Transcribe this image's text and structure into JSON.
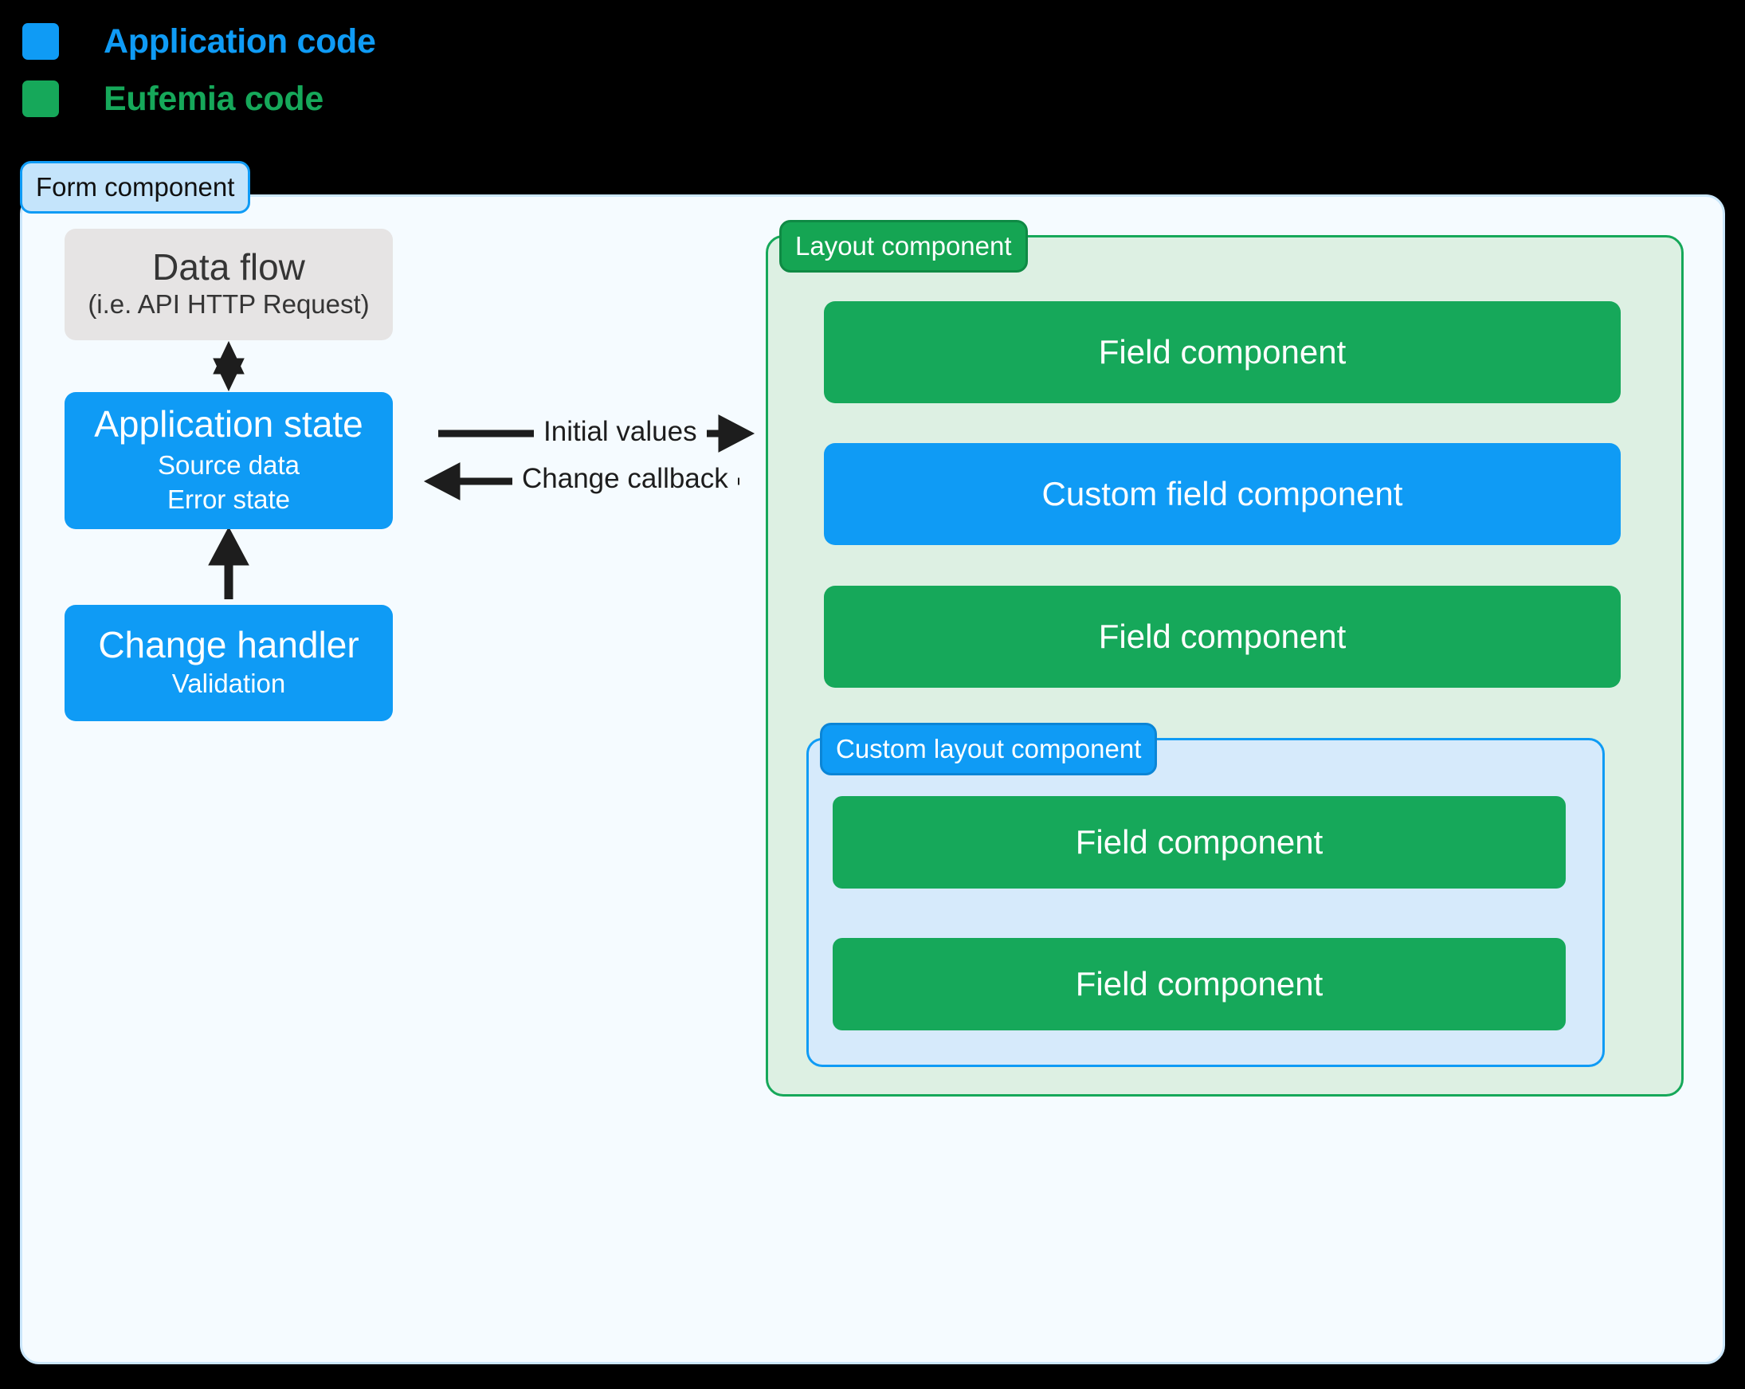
{
  "legend": {
    "items": [
      {
        "label": "Application code",
        "color": "#0f9bf5"
      },
      {
        "label": "Eufemia code",
        "color": "#16a85a"
      }
    ]
  },
  "form": {
    "badge_label": "Form component",
    "badge_fill": "#c4e4fb",
    "badge_border": "#0f9bf5",
    "panel_fill": "#f5fbff",
    "panel_border": "#cbe7fb"
  },
  "left_column": {
    "data_flow": {
      "title": "Data flow",
      "subtitle": "(i.e. API HTTP Request)",
      "fill": "#e6e4e4",
      "text_color": "#353535"
    },
    "application_state": {
      "title": "Application state",
      "sub_1": "Source data",
      "sub_2": "Error state",
      "fill": "#0f9bf5",
      "text_color": "#ffffff"
    },
    "change_handler": {
      "title": "Change handler",
      "sub_1": "Validation",
      "fill": "#0f9bf5",
      "text_color": "#ffffff"
    }
  },
  "flows": {
    "vertical_dataflow_appstate": "double",
    "vertical_changehandler_appstate": "up",
    "initial_values_label": "Initial values",
    "change_callback_label": "Change callback",
    "arrow_color": "#1d1d1d"
  },
  "layout_component": {
    "badge_label": "Layout component",
    "badge_fill": "#15a553",
    "panel_fill": "#ddf0e3",
    "panel_border": "#16a85a",
    "children": [
      {
        "label": "Field component",
        "kind": "eufemia"
      },
      {
        "label": "Custom field component",
        "kind": "application"
      },
      {
        "label": "Field component",
        "kind": "eufemia"
      }
    ]
  },
  "custom_layout_component": {
    "badge_label": "Custom layout component",
    "badge_fill": "#0f9bf5",
    "panel_fill": "#d6eafb",
    "panel_border": "#0f9bf5",
    "children": [
      {
        "label": "Field component",
        "kind": "eufemia"
      },
      {
        "label": "Field component",
        "kind": "eufemia"
      }
    ]
  }
}
